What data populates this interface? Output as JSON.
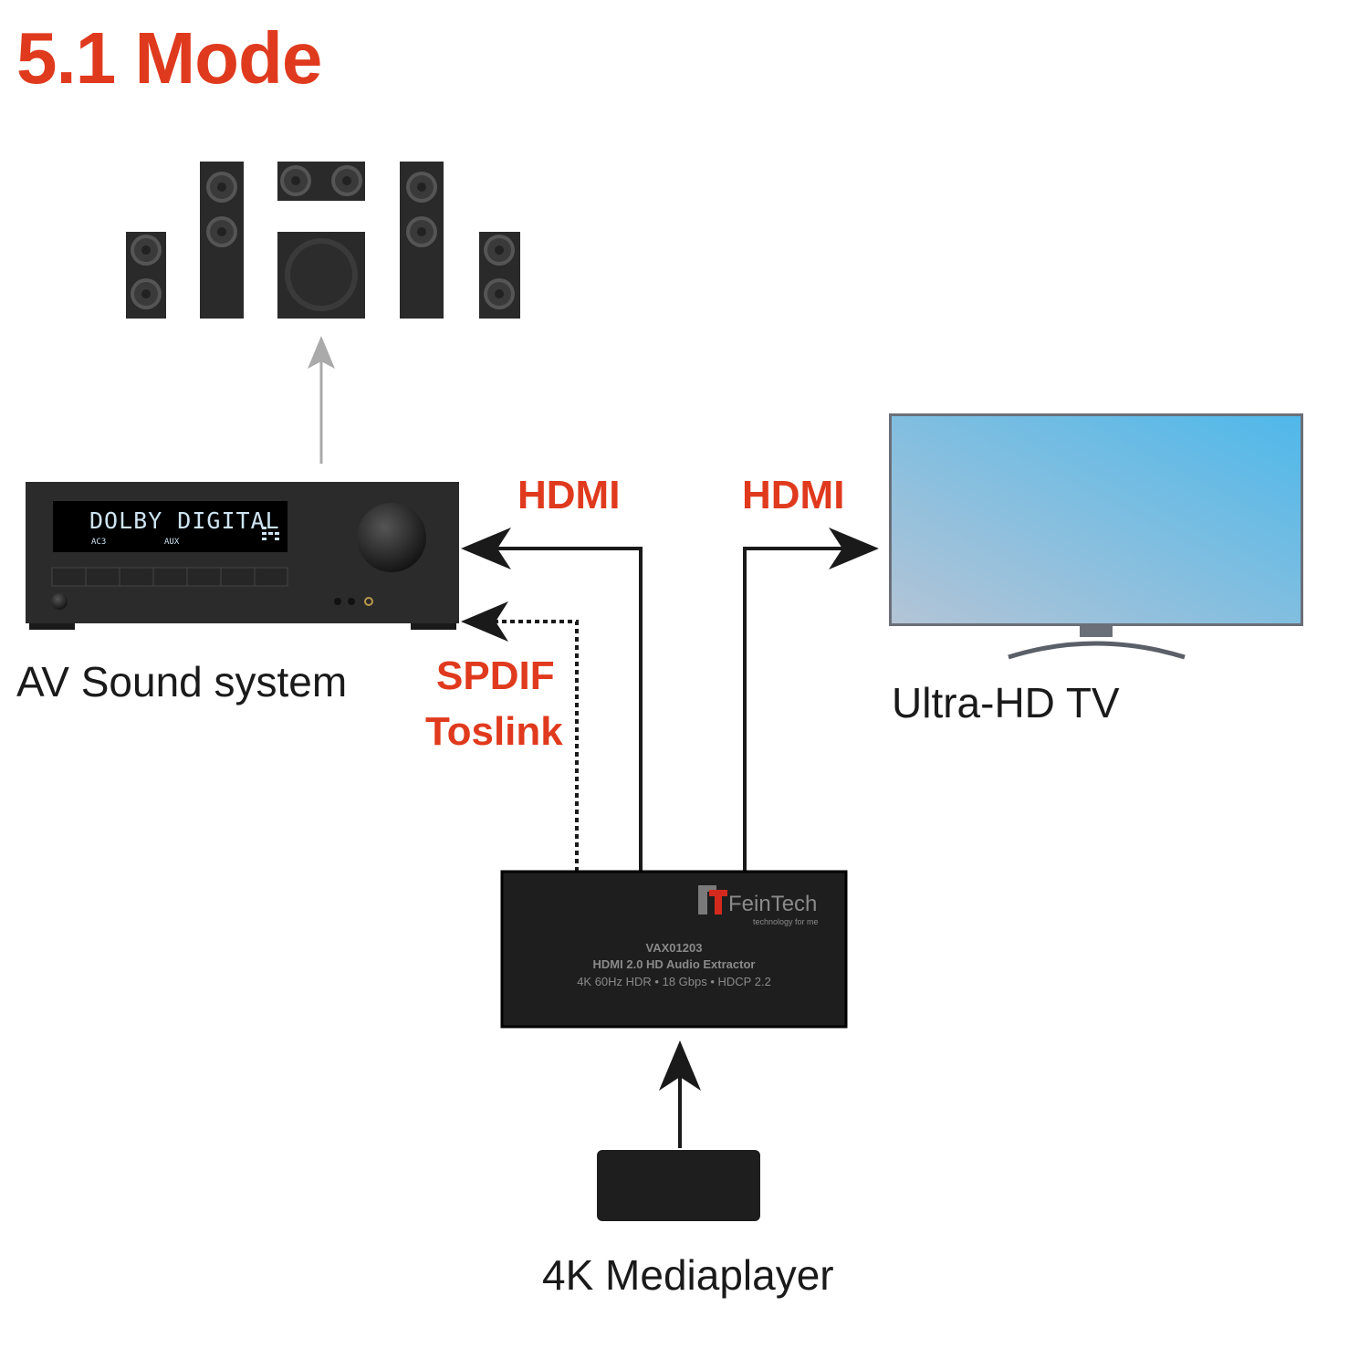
{
  "title": "5.1 Mode",
  "connections": {
    "hdmi_to_receiver": "HDMI",
    "hdmi_to_tv": "HDMI",
    "spdif_line1": "SPDIF",
    "spdif_line2": "Toslink"
  },
  "devices": {
    "receiver": {
      "label": "AV Sound system",
      "display_main": "DOLBY DIGITAL",
      "display_sub1": "AC3",
      "display_sub2": "AUX"
    },
    "tv": {
      "label": "Ultra-HD TV"
    },
    "mediaplayer": {
      "label": "4K Mediaplayer"
    },
    "extractor": {
      "brand": "FeinTech",
      "brand_logo": "FT",
      "tagline": "technology for me",
      "model": "VAX01203",
      "name": "HDMI 2.0 HD Audio Extractor",
      "specs": "4K 60Hz HDR • 18 Gbps • HDCP 2.2"
    }
  },
  "colors": {
    "accent": "#e03a1e",
    "device": "#222222"
  }
}
